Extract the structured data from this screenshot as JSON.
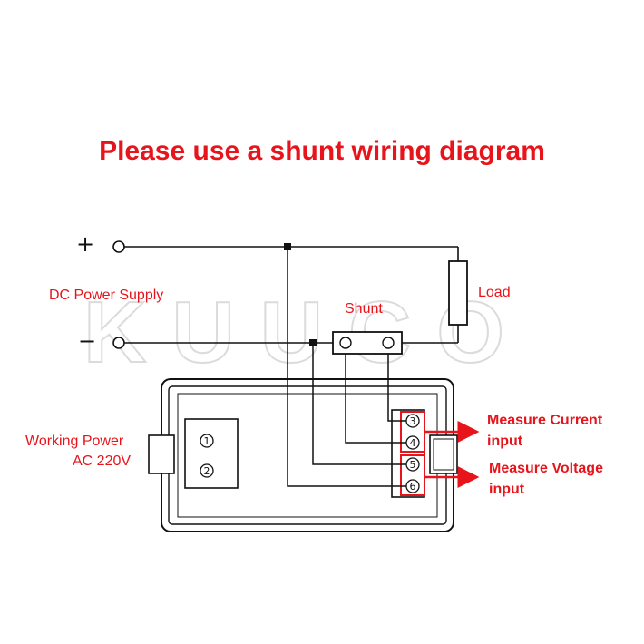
{
  "title": "Please use a shunt wiring diagram",
  "watermark": "KUUCO",
  "labels": {
    "dc_supply": "DC Power Supply",
    "load": "Load",
    "shunt": "Shunt",
    "working_power_line1": "Working Power",
    "working_power_line2": "AC 220V",
    "measure_current_line1": "Measure Current",
    "measure_current_line2": "input",
    "measure_voltage_line1": "Measure Voltage",
    "measure_voltage_line2": "input"
  },
  "polarity": {
    "plus": "+",
    "minus": "−"
  },
  "terminals": [
    "1",
    "2",
    "3",
    "4",
    "5",
    "6"
  ],
  "colors": {
    "accent": "#e8141b",
    "wire": "#111111"
  }
}
